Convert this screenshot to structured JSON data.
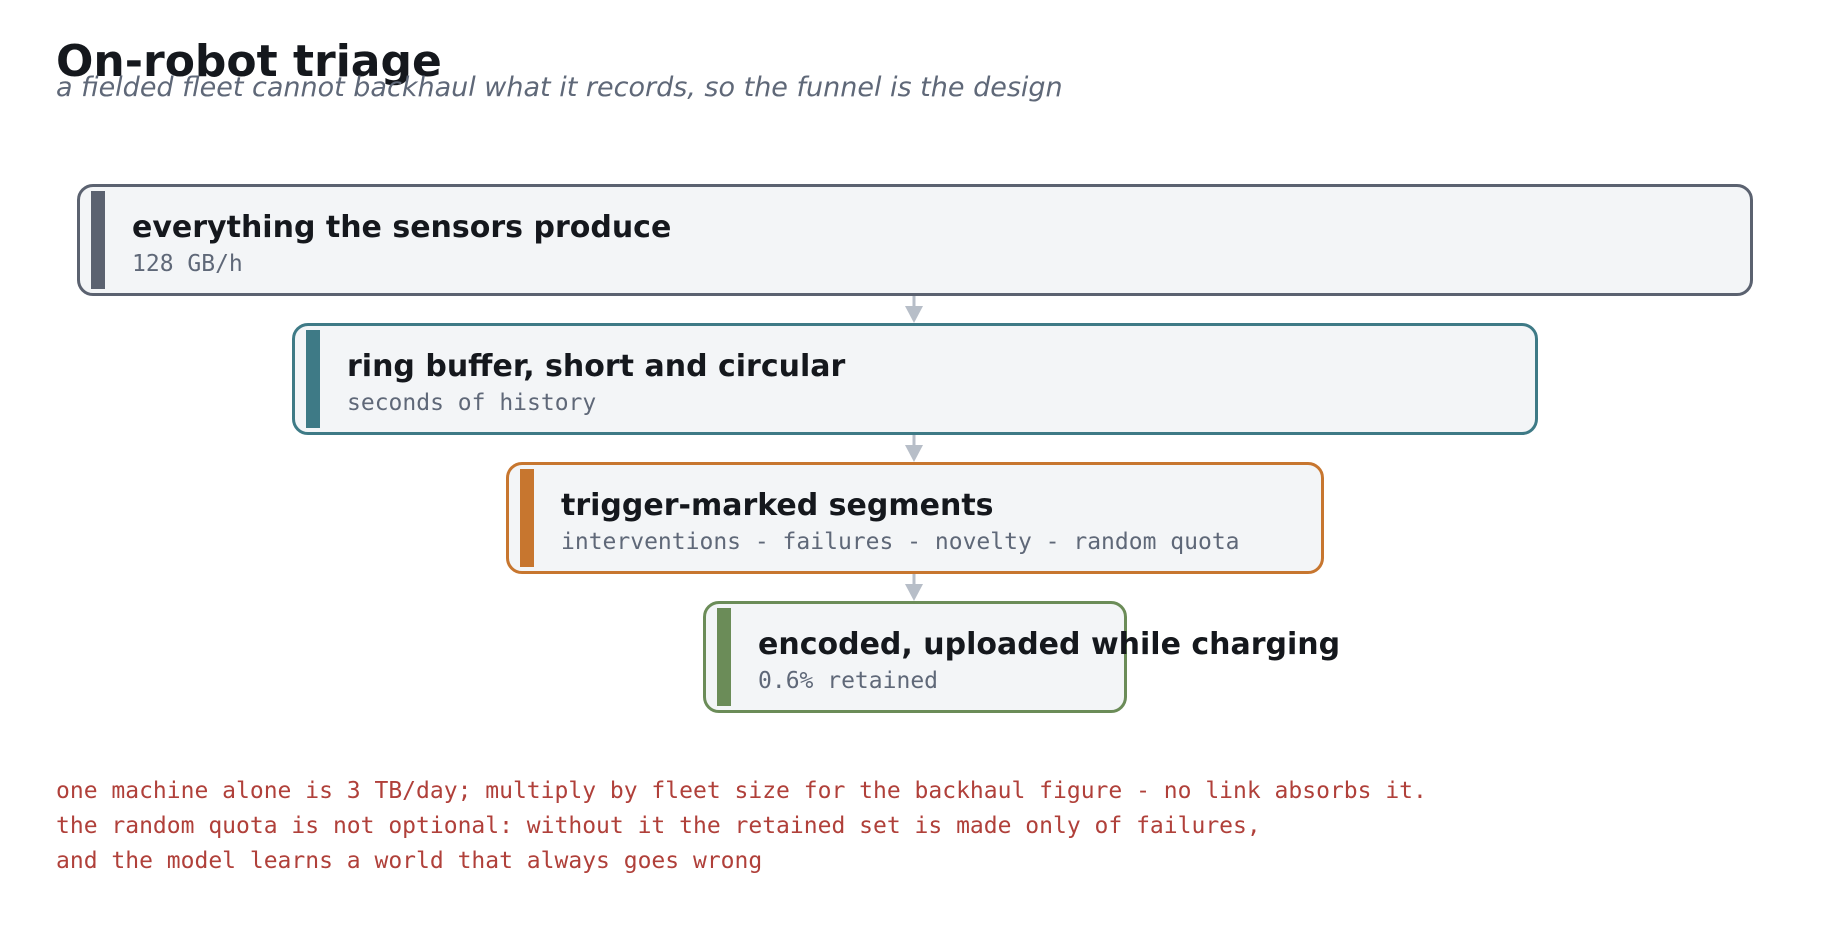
{
  "title": "On-robot triage",
  "subtitle": "a fielded fleet cannot backhaul what it records, so the funnel is the design",
  "stages": [
    {
      "label": "everything the sensors produce",
      "detail": "128 GB/h",
      "color": "#5b6270"
    },
    {
      "label": "ring buffer, short and circular",
      "detail": "seconds of history",
      "color": "#3e7a86"
    },
    {
      "label": "trigger-marked segments",
      "detail": "interventions - failures - novelty - random quota",
      "color": "#c7762f"
    },
    {
      "label": "encoded, uploaded while charging",
      "detail": "0.6% retained",
      "color": "#6b8c58"
    }
  ],
  "notes": [
    "one machine alone is 3 TB/day; multiply by fleet size for the backhaul figure - no link absorbs it.",
    "the random quota is not optional: without it the retained set is made only of failures,",
    "and the model learns a world that always goes wrong"
  ],
  "colors": {
    "title": "#15181d",
    "subtitle": "#5f6878",
    "box_fill": "#f3f5f7",
    "connector": "#b7bec8",
    "note": "#b0403a"
  }
}
